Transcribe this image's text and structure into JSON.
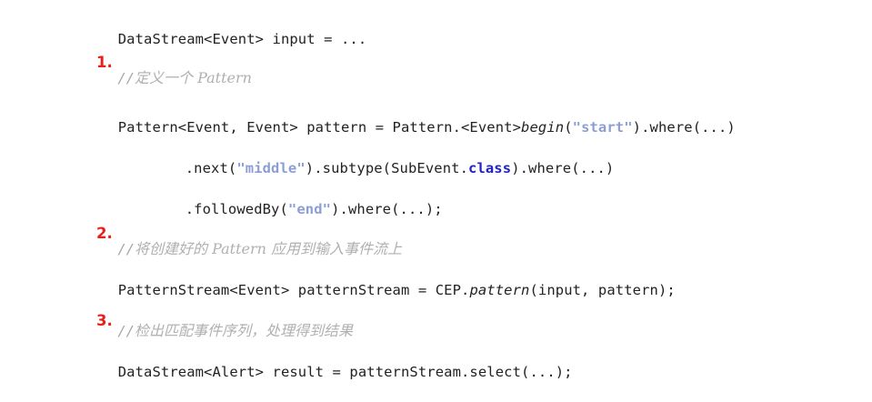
{
  "document": {
    "kind": "code-snippet",
    "language": "Java",
    "background_color": "#ffffff",
    "colors": {
      "code_text": "#222222",
      "string_literal": "#8c9fd4",
      "keyword": "#2222c7",
      "comment": "#b0b0b0",
      "marker_number": "#e8201a"
    }
  },
  "lines": {
    "l1": {
      "type": "code",
      "indent": 0,
      "tokens": [
        {
          "t": "DataStream<Event> input = ...",
          "style": "plain"
        }
      ]
    },
    "l2": {
      "type": "comment",
      "slashes": "//",
      "marker": "1.",
      "text": "定义一个 Pattern"
    },
    "l3": {
      "type": "code",
      "indent": 0,
      "tokens": [
        {
          "t": "Pattern<Event, Event> pattern = Pattern.<Event>",
          "style": "plain"
        },
        {
          "t": "begin",
          "style": "method"
        },
        {
          "t": "(",
          "style": "plain"
        },
        {
          "t": "\"start\"",
          "style": "string"
        },
        {
          "t": ").where(...)",
          "style": "plain"
        }
      ]
    },
    "l4": {
      "type": "code",
      "indent": 1,
      "tokens": [
        {
          "t": ".next(",
          "style": "plain"
        },
        {
          "t": "\"middle\"",
          "style": "string"
        },
        {
          "t": ").subtype(SubEvent.",
          "style": "plain"
        },
        {
          "t": "class",
          "style": "keyword"
        },
        {
          "t": ").where(...)",
          "style": "plain"
        }
      ]
    },
    "l5": {
      "type": "code",
      "indent": 1,
      "tokens": [
        {
          "t": ".followedBy(",
          "style": "plain"
        },
        {
          "t": "\"end\"",
          "style": "string"
        },
        {
          "t": ").where(...);",
          "style": "plain"
        }
      ]
    },
    "l6": {
      "type": "comment",
      "slashes": "//",
      "marker": "2.",
      "text": "将创建好的 Pattern 应用到输入事件流上"
    },
    "l7": {
      "type": "code",
      "indent": 0,
      "tokens": [
        {
          "t": "PatternStream<Event> patternStream = CEP.",
          "style": "plain"
        },
        {
          "t": "pattern",
          "style": "method"
        },
        {
          "t": "(input, pattern);",
          "style": "plain"
        }
      ]
    },
    "l8": {
      "type": "comment",
      "slashes": "//",
      "marker": "3.",
      "text": "检出匹配事件序列，处理得到结果"
    },
    "l9": {
      "type": "code",
      "indent": 0,
      "tokens": [
        {
          "t": "DataStream<Alert> result = patternStream.select(...);",
          "style": "plain"
        }
      ]
    }
  }
}
